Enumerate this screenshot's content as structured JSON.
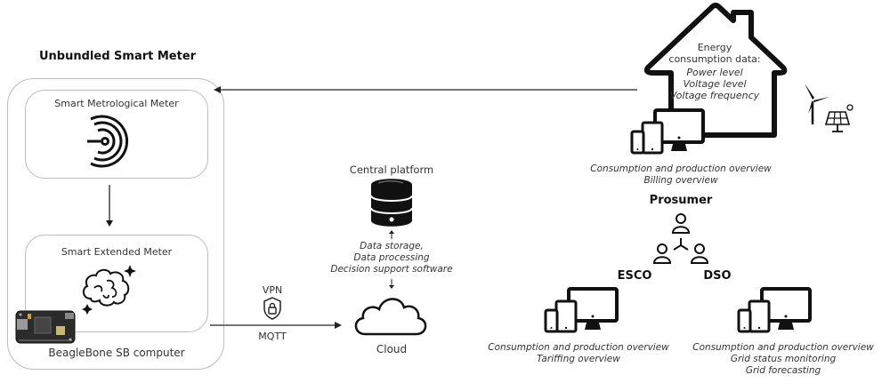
{
  "left": {
    "title": "Unbundled Smart Meter",
    "metrological_label": "Smart Metrological Meter",
    "extended_label": "Smart Extended Meter",
    "computer_label": "BeagleBone SB computer",
    "icons": {
      "meter": "smart-meter-signal-icon",
      "brain": "brain-sparkle-icon",
      "board": "beaglebone-board-image"
    }
  },
  "link": {
    "vpn_label": "VPN",
    "protocol_label": "MQTT",
    "icon": "shield-lock-icon"
  },
  "center": {
    "platform_label": "Central platform",
    "functions": [
      "Data storage,",
      "Data processing",
      "Decision support software"
    ],
    "cloud_label": "Cloud",
    "icons": {
      "db": "database-icon",
      "cloud": "cloud-icon"
    }
  },
  "house": {
    "heading_line1": "Energy",
    "heading_line2": "consumption data:",
    "items": [
      "Power level",
      "Voltage level",
      "Voltage frequency"
    ],
    "devices_caption": [
      "Consumption and production overview",
      "Billing overview"
    ],
    "icons": {
      "house": "house-icon",
      "devices": "devices-icon",
      "wind": "wind-turbine-icon",
      "solar": "solar-panel-icon"
    }
  },
  "actors": {
    "prosumer_label": "Prosumer",
    "esco_label": "ESCO",
    "dso_label": "DSO",
    "esco_caption": [
      "Consumption and production overview",
      "Tariffing overview"
    ],
    "dso_caption": [
      "Consumption and production overview",
      "Grid status monitoring",
      "Grid forecasting"
    ]
  }
}
